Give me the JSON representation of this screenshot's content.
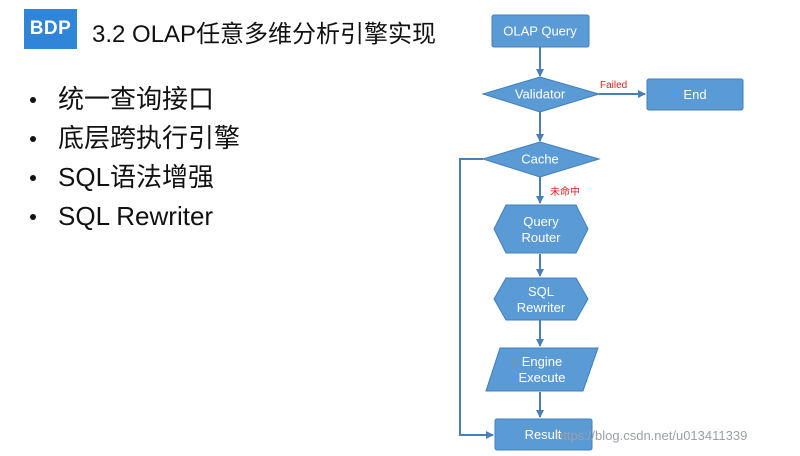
{
  "header": {
    "logo_text": "BDP",
    "title": "3.2 OLAP任意多维分析引擎实现"
  },
  "bullets": [
    "统一查询接口",
    "底层跨执行引擎",
    "SQL语法增强",
    "SQL Rewriter"
  ],
  "flowchart": {
    "nodes": {
      "olap_query": "OLAP Query",
      "validator": "Validator",
      "end": "End",
      "cache": "Cache",
      "query_router_1": "Query",
      "query_router_2": "Router",
      "sql_rewriter_1": "SQL",
      "sql_rewriter_2": "Rewriter",
      "engine_execute_1": "Engine",
      "engine_execute_2": "Execute",
      "result": "Result"
    },
    "edge_labels": {
      "failed": "Failed",
      "cache_miss": "未命中"
    },
    "colors": {
      "node_fill": "#5b9bd5",
      "node_stroke": "#3f7fbf",
      "arrow": "#4a7fb5",
      "label_red": "#e02020"
    }
  },
  "watermark": "https://blog.csdn.net/u013411339"
}
